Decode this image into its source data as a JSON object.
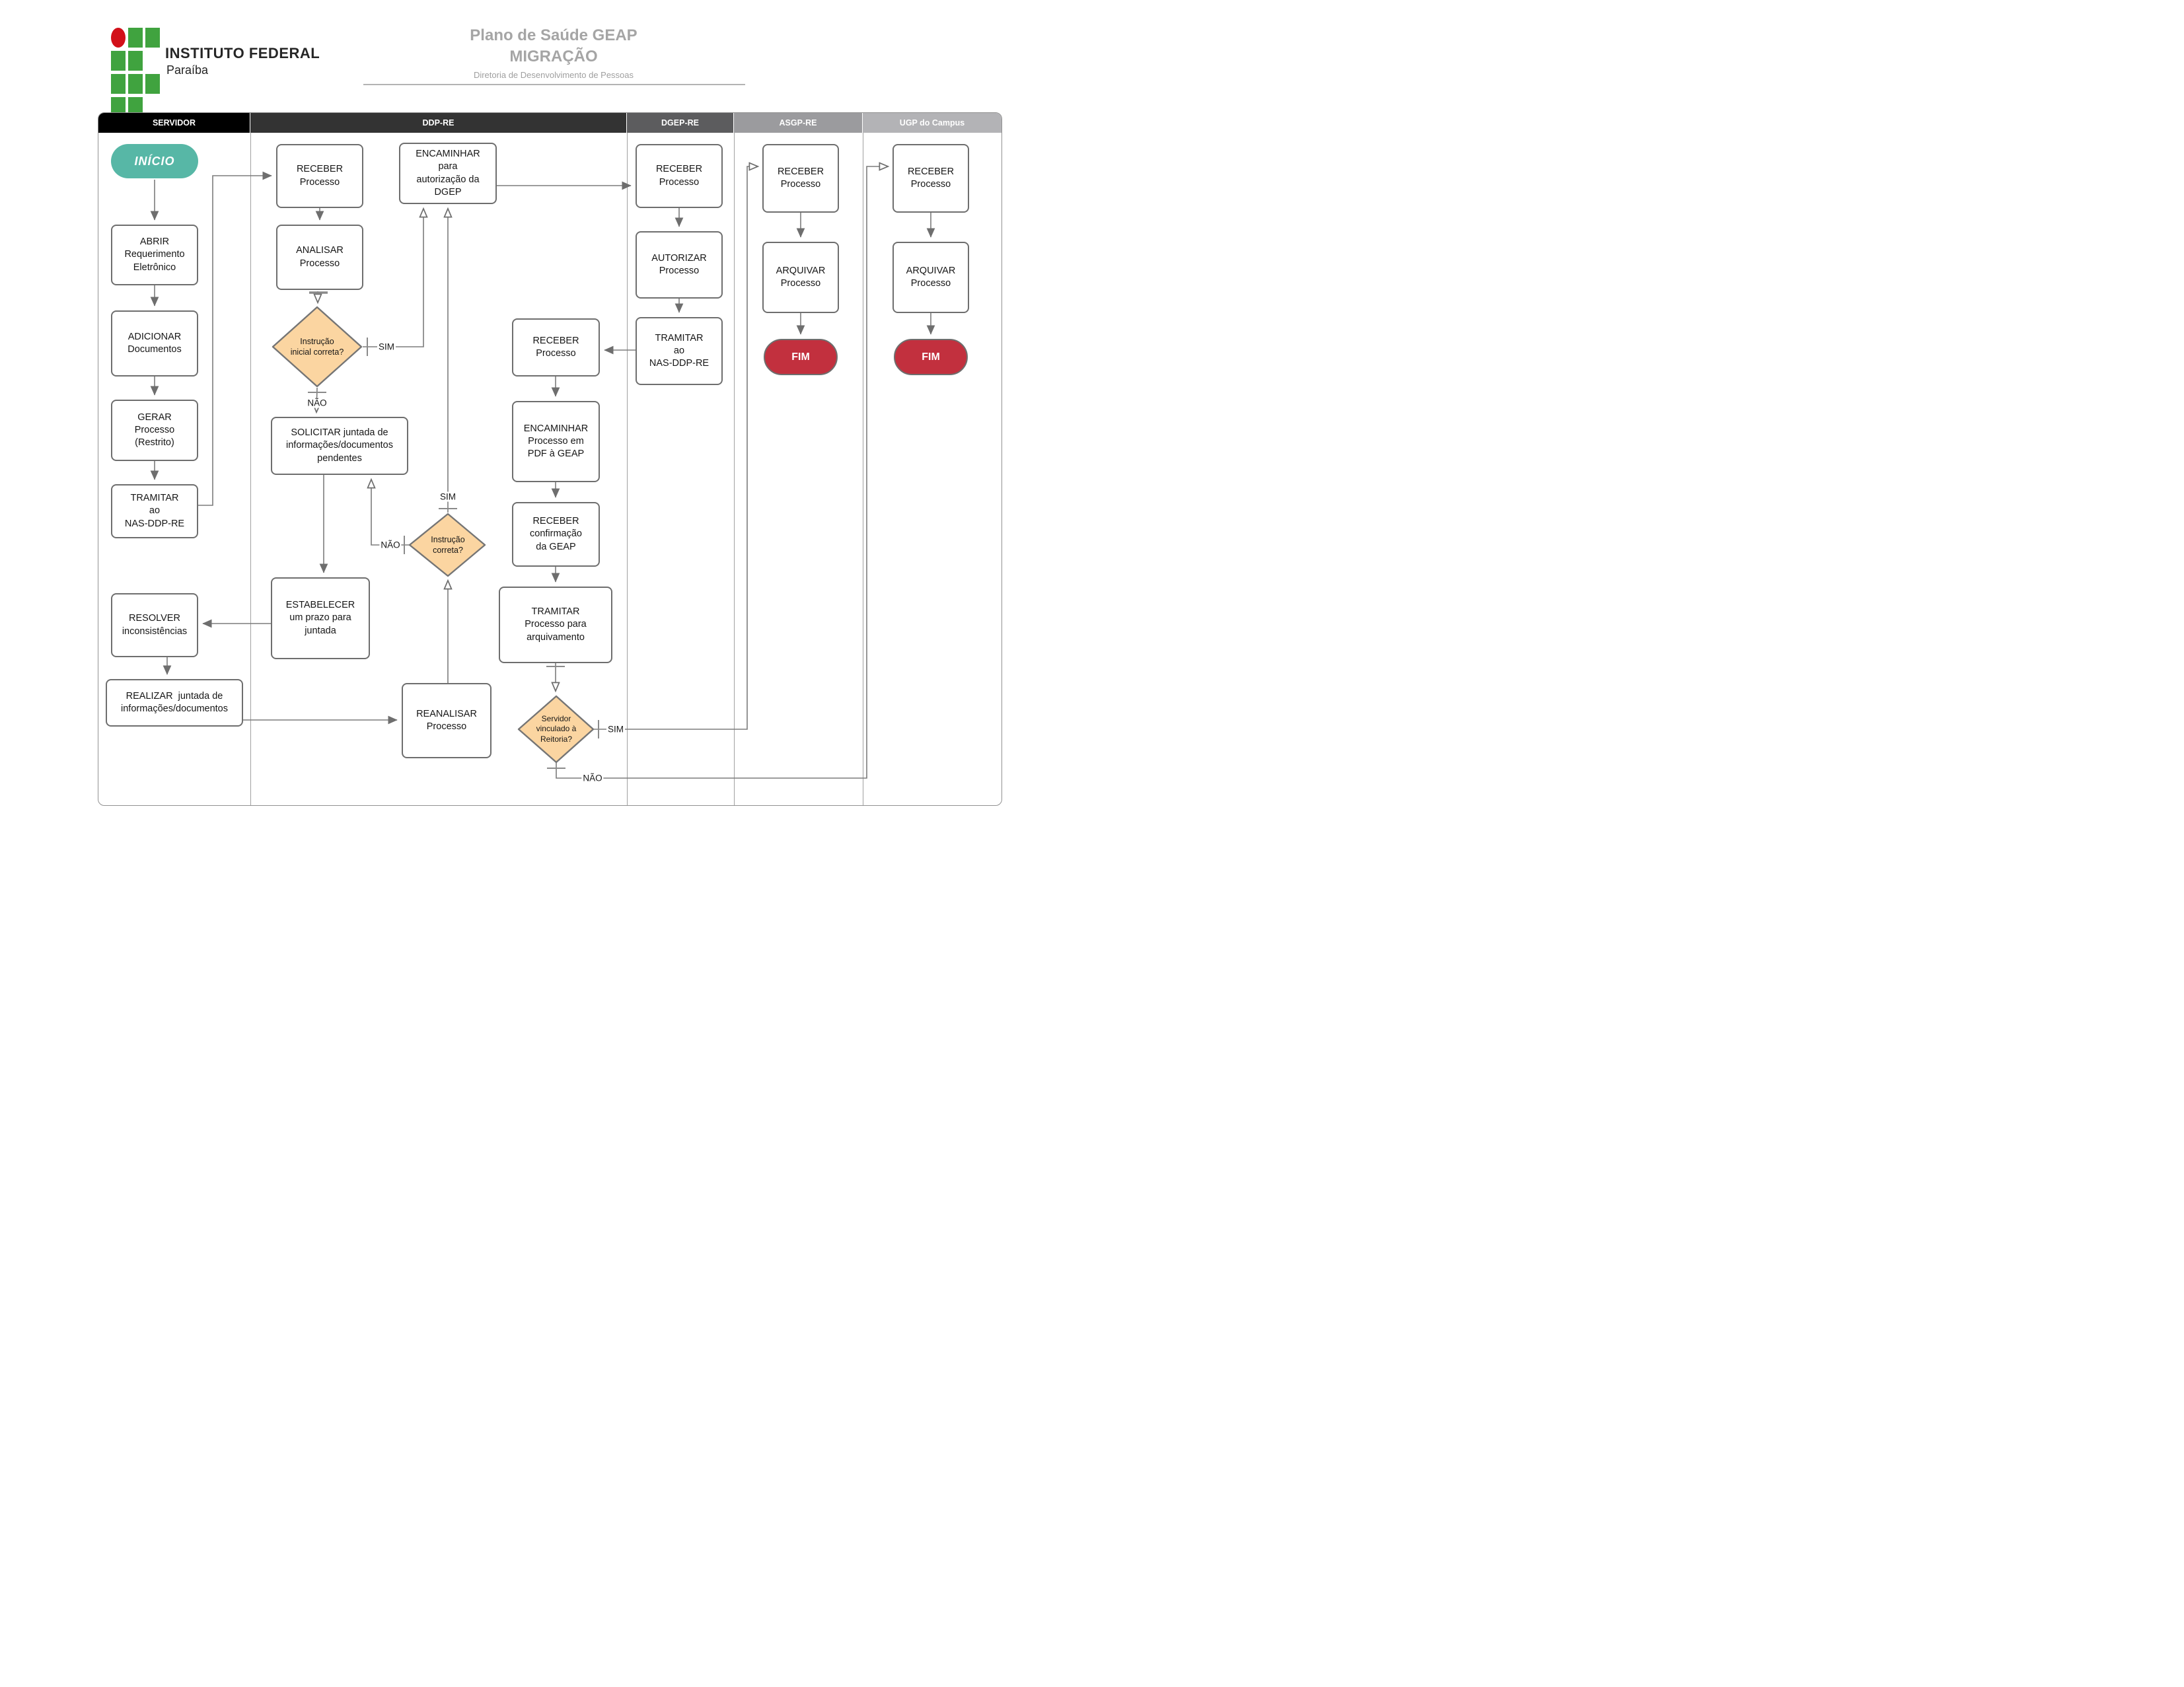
{
  "header": {
    "logo_title": "INSTITUTO FEDERAL",
    "logo_subtitle": "Paraíba",
    "title_line1": "Plano de Saúde GEAP",
    "title_line2": "MIGRAÇÃO",
    "subtitle": "Diretoria de Desenvolvimento de Pessoas"
  },
  "lanes": {
    "servidor": "SERVIDOR",
    "ddp": "DDP-RE",
    "dgep": "DGEP-RE",
    "asgp": "ASGP-RE",
    "ugp": "UGP do Campus"
  },
  "nodes": {
    "inicio": "INÍCIO",
    "abrir": "ABRIR\nRequerimento\nEletrônico",
    "adicionar": "ADICIONAR\nDocumentos",
    "gerar": "GERAR\nProcesso\n(Restrito)",
    "tramitar_nas": "TRAMITAR\nao\nNAS-DDP-RE",
    "resolver": "RESOLVER\ninconsistências",
    "realizar": "REALIZAR  juntada de\ninformações/documentos",
    "receber_ddp": "RECEBER\nProcesso",
    "analisar": "ANALISAR\nProcesso",
    "instrucao_inicial": "Instrução\ninicial correta?",
    "solicitar": "SOLICITAR juntada de\ninformações/documentos\npendentes",
    "estabelecer": "ESTABELECER\num prazo para\njuntada",
    "instrucao_correta": "Instrução\ncorreta?",
    "reanalisar": "REANALISAR\nProcesso",
    "encaminhar_dgep": "ENCAMINHAR\npara\nautorização da\nDGEP",
    "receber_dgep": "RECEBER\nProcesso",
    "autorizar": "AUTORIZAR\nProcesso",
    "tramitar_nas2": "TRAMITAR\nao\nNAS-DDP-RE",
    "receber_mid": "RECEBER\nProcesso",
    "encaminhar_pdf": "ENCAMINHAR\nProcesso em\nPDF à GEAP",
    "receber_conf": "RECEBER\nconfirmação\nda GEAP",
    "tramitar_arq": "TRAMITAR\nProcesso para\narquivamento",
    "servidor_reitoria": "Servidor\nvinculado à\nReitoria?",
    "receber_asgp": "RECEBER\nProcesso",
    "arquivar_asgp": "ARQUIVAR\nProcesso",
    "fim_asgp": "FIM",
    "receber_ugp": "RECEBER\nProcesso",
    "arquivar_ugp": "ARQUIVAR\nProcesso",
    "fim_ugp": "FIM"
  },
  "labels": {
    "sim": "SIM",
    "nao": "NÃO"
  },
  "colors": {
    "start": "#57B7A6",
    "end": "#C2303E",
    "decision": "#FBD5A1",
    "logo_green": "#40A33F",
    "logo_red": "#D21019",
    "lane_headers": [
      "#000000",
      "#333333",
      "#5C5C5E",
      "#9B9B9E",
      "#B3B3B6"
    ]
  }
}
